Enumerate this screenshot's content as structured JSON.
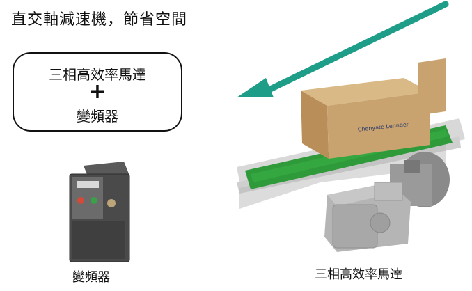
{
  "header": {
    "title": "直交軸減速機，節省空間"
  },
  "callout": {
    "line1": "三相高效率馬達",
    "plus": "+",
    "line2": "變頻器"
  },
  "labels": {
    "inverter": "變頻器",
    "motor": "三相高效率馬達"
  },
  "colors": {
    "arrow": "#1e9e88",
    "belt": "#2e9a3a",
    "box": "#c9a36f",
    "inverter_body": "#4a4a4a",
    "gearbox": "#a8a8a8"
  }
}
